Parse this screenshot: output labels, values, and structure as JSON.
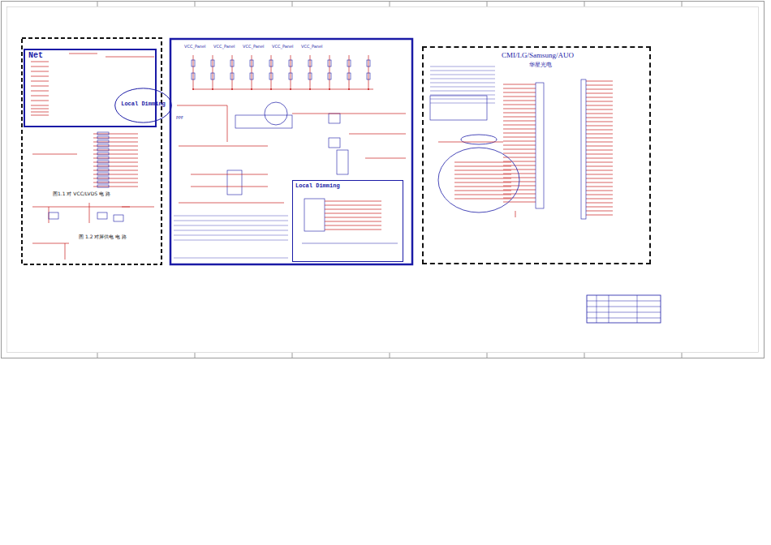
{
  "diagram": {
    "nodes": [
      {
        "text": [
          "Net"
        ]
      },
      {
        "text": [
          "Local Dimming"
        ],
        "in": 0
      },
      {
        "text": [
          "Local Dimming"
        ]
      },
      {
        "text": [
          "CMI/LG/Samsung/AUO",
          "华星光电"
        ]
      }
    ],
    "labels": [
      "VCC_Panel",
      "VCC_Panel",
      "VCC_Panel",
      "VCC_Panel",
      "VCC_Panel",
      "PPF",
      "图1.1 对 VCC/LVDS 电 路",
      "图 1.2 对屏供电 电 路"
    ]
  }
}
